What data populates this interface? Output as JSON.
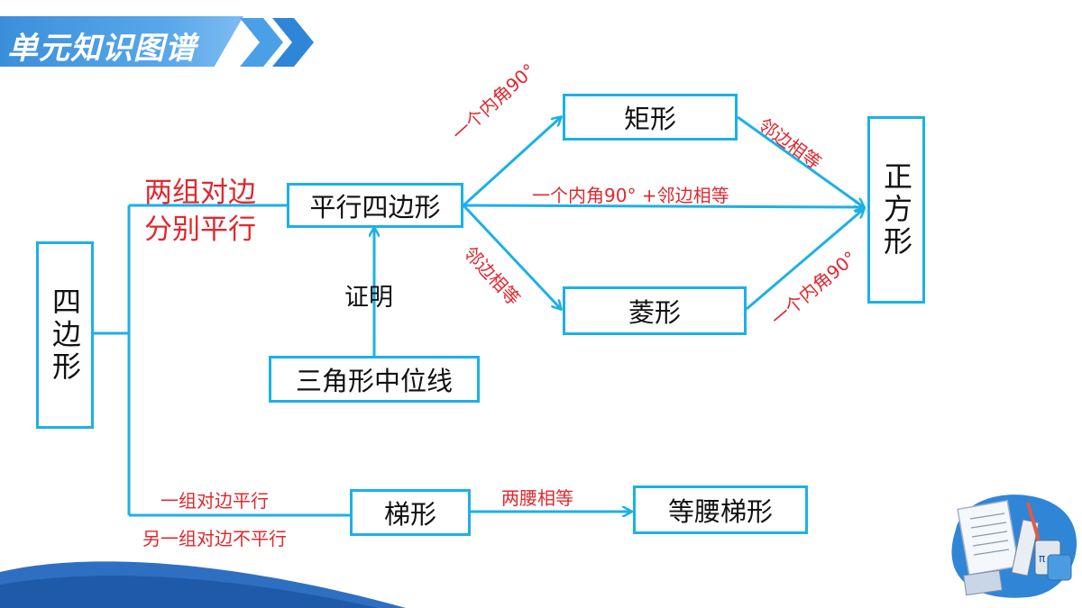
{
  "header": {
    "title": "单元知识图谱"
  },
  "nodes": {
    "quad": "四边形",
    "parallelogram": "平行四边形",
    "rectangle": "矩形",
    "rhombus": "菱形",
    "square": "正方形",
    "midline": "三角形中位线",
    "trapezoid": "梯形",
    "isosceles_trapezoid": "等腰梯形"
  },
  "edges": {
    "quad_to_parallelogram_line1": "两组对边",
    "quad_to_parallelogram_line2": "分别平行",
    "parallelogram_to_rectangle": "一个内角90°",
    "parallelogram_to_square": "一个内角90° +邻边相等",
    "parallelogram_to_rhombus": "邻边相等",
    "rectangle_to_square": "邻边相等",
    "rhombus_to_square": "一个内角90°",
    "midline_to_parallelogram": "证明",
    "quad_to_trapezoid_line1": "一组对边平行",
    "quad_to_trapezoid_line2": "另一组对边不平行",
    "trapezoid_to_isosceles": "两腰相等"
  },
  "colors": {
    "line": "#1cb0e6",
    "label_red": "#e0282e",
    "banner": "#3b8fd9"
  },
  "icons": {
    "header_arrows": "double-chevron-right-icon",
    "decoration": "math-study-illustration-icon"
  }
}
